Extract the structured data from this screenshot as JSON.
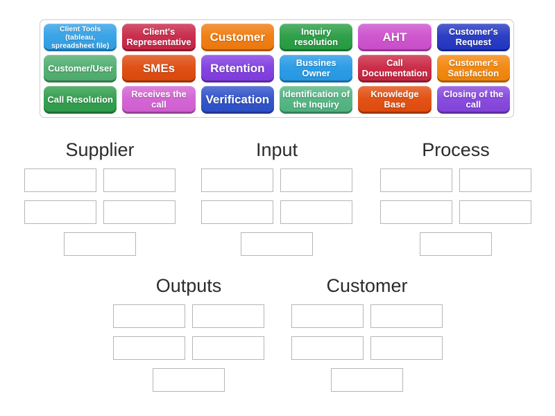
{
  "tray": {
    "tiles": [
      {
        "label": "Client Tools (tableau, spreadsheet file)",
        "color": "#2f9fe5",
        "size": "sm"
      },
      {
        "label": "Client's Representative",
        "color": "#c72445",
        "size": "md"
      },
      {
        "label": "Customer",
        "color": "#f0790b",
        "size": "lg"
      },
      {
        "label": "Inquiry resolution",
        "color": "#259b41",
        "size": "md"
      },
      {
        "label": "AHT",
        "color": "#cc4ecc",
        "size": "lg"
      },
      {
        "label": "Customer's Request",
        "color": "#2135c0",
        "size": "md"
      },
      {
        "label": "Customer/User",
        "color": "#4dac6d",
        "size": "md"
      },
      {
        "label": "SMEs",
        "color": "#dd480b",
        "size": "lg"
      },
      {
        "label": "Retention",
        "color": "#7f3be0",
        "size": "lg"
      },
      {
        "label": "Bussines Owner",
        "color": "#2498e4",
        "size": "md"
      },
      {
        "label": "Call Documentation",
        "color": "#c92340",
        "size": "md"
      },
      {
        "label": "Customer's Satisfaction",
        "color": "#f28409",
        "size": "md"
      },
      {
        "label": "Call Resolution",
        "color": "#2d9c4a",
        "size": "md"
      },
      {
        "label": "Receives the call",
        "color": "#d25fd2",
        "size": "md"
      },
      {
        "label": "Verification",
        "color": "#2c4fc8",
        "size": "lg"
      },
      {
        "label": "Identification of the Inquiry",
        "color": "#4fb380",
        "size": "md"
      },
      {
        "label": "Knowledge Base",
        "color": "#e14a0b",
        "size": "md"
      },
      {
        "label": "Closing of the call",
        "color": "#8343dc",
        "size": "md"
      }
    ]
  },
  "groups": [
    {
      "label": "Supplier",
      "slots": 5
    },
    {
      "label": "Input",
      "slots": 5
    },
    {
      "label": "Process",
      "slots": 5
    },
    {
      "label": "Outputs",
      "slots": 5
    },
    {
      "label": "Customer",
      "slots": 5
    }
  ]
}
